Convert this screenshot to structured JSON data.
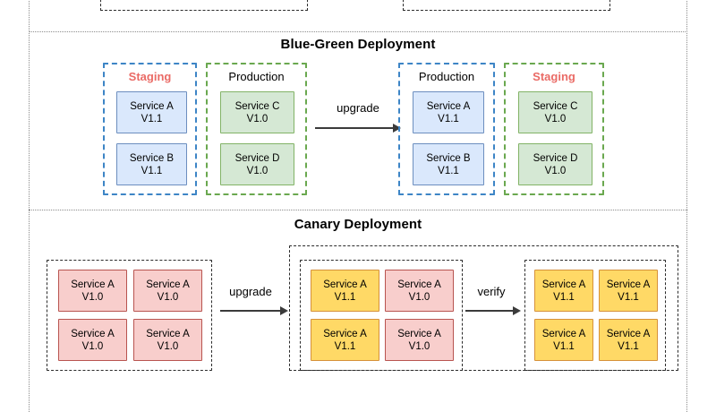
{
  "page": {
    "frame_style": "dotted",
    "background": "#ffffff"
  },
  "colors": {
    "blue_fill": "#dae8fc",
    "blue_border": "#6c8ebf",
    "green_fill": "#d5e8d4",
    "green_border": "#82b366",
    "pink_fill": "#f8cecc",
    "pink_border": "#b85450",
    "amber_fill": "#ffd966",
    "amber_border": "#d6913a",
    "blue_dash": "#3d85c6",
    "green_dash": "#6aa84f",
    "black_dash": "#2b2b2b",
    "staging_label": "#ea6b66",
    "arrow": "#3b3b3b"
  },
  "top_strip": {
    "left_group": {
      "boxes": [
        {
          "color": "green"
        },
        {
          "color": "blue"
        }
      ]
    },
    "right_group": {
      "boxes": [
        {
          "color": "green"
        },
        {
          "color": "blue"
        }
      ]
    }
  },
  "bluegreen": {
    "title": "Blue-Green Deployment",
    "arrow_label": "upgrade",
    "before": {
      "staging": {
        "label": "Staging",
        "services": [
          {
            "name": "Service A",
            "version": "V1.1",
            "color": "blue"
          },
          {
            "name": "Service B",
            "version": "V1.1",
            "color": "blue"
          }
        ]
      },
      "production": {
        "label": "Production",
        "services": [
          {
            "name": "Service C",
            "version": "V1.0",
            "color": "green"
          },
          {
            "name": "Service D",
            "version": "V1.0",
            "color": "green"
          }
        ]
      }
    },
    "after": {
      "production": {
        "label": "Production",
        "services": [
          {
            "name": "Service A",
            "version": "V1.1",
            "color": "blue"
          },
          {
            "name": "Service B",
            "version": "V1.1",
            "color": "blue"
          }
        ]
      },
      "staging": {
        "label": "Staging",
        "services": [
          {
            "name": "Service C",
            "version": "V1.0",
            "color": "green"
          },
          {
            "name": "Service D",
            "version": "V1.0",
            "color": "green"
          }
        ]
      }
    }
  },
  "canary": {
    "title": "Canary Deployment",
    "arrow_label_1": "upgrade",
    "arrow_label_2": "verify",
    "stage1": {
      "services": [
        {
          "name": "Service A",
          "version": "V1.0",
          "color": "pink"
        },
        {
          "name": "Service A",
          "version": "V1.0",
          "color": "pink"
        },
        {
          "name": "Service A",
          "version": "V1.0",
          "color": "pink"
        },
        {
          "name": "Service A",
          "version": "V1.0",
          "color": "pink"
        }
      ]
    },
    "stage2": {
      "services": [
        {
          "name": "Service A",
          "version": "V1.1",
          "color": "amber"
        },
        {
          "name": "Service A",
          "version": "V1.0",
          "color": "pink"
        },
        {
          "name": "Service A",
          "version": "V1.1",
          "color": "amber"
        },
        {
          "name": "Service A",
          "version": "V1.0",
          "color": "pink"
        }
      ]
    },
    "stage3": {
      "services": [
        {
          "name": "Service A",
          "version": "V1.1",
          "color": "amber"
        },
        {
          "name": "Service A",
          "version": "V1.1",
          "color": "amber"
        },
        {
          "name": "Service A",
          "version": "V1.1",
          "color": "amber"
        },
        {
          "name": "Service A",
          "version": "V1.1",
          "color": "amber"
        }
      ]
    }
  }
}
